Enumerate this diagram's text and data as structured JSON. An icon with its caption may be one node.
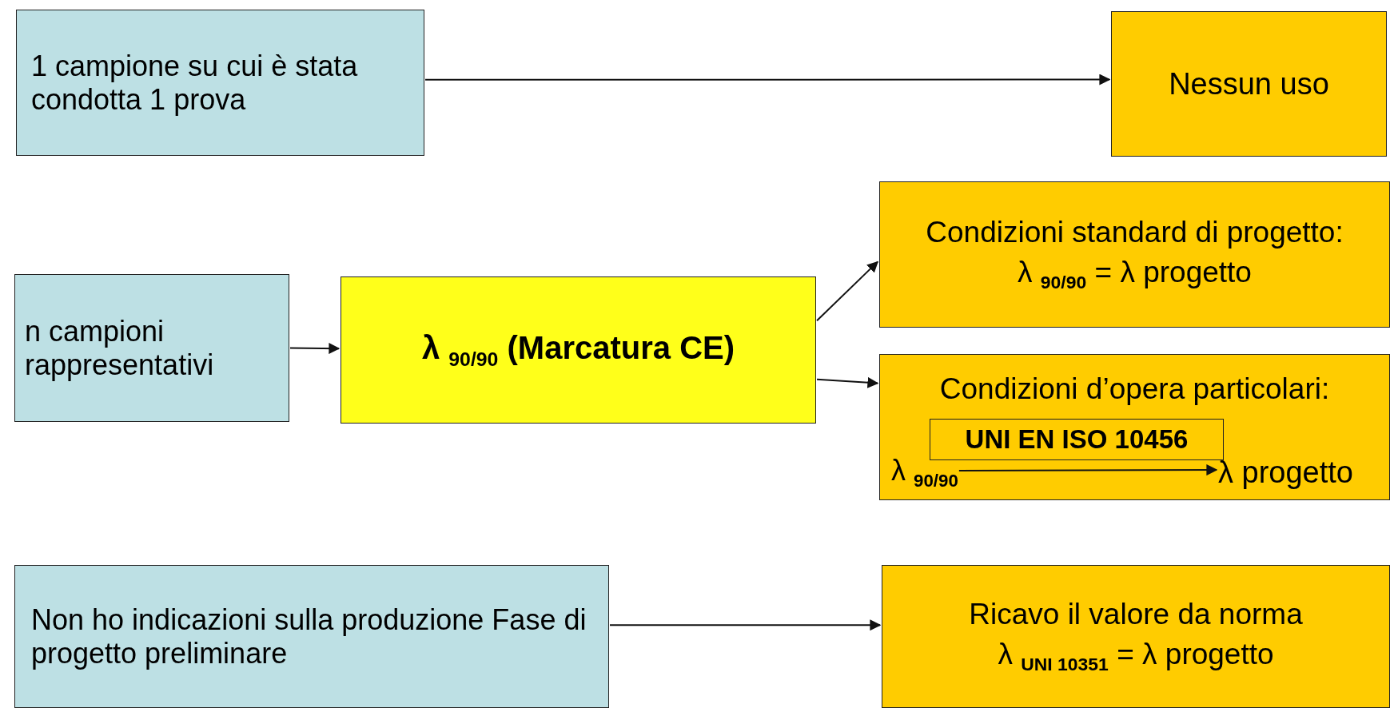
{
  "diagram": {
    "nodes": [
      {
        "text": [
          "1 campione su cui è stata condotta 1 prova"
        ]
      },
      {
        "text": [
          "Nessun uso"
        ]
      },
      {
        "text": [
          "n campioni rappresentativi"
        ]
      },
      {
        "text": [
          "λ $_{90/90}$   (Marcatura CE)"
        ]
      },
      {
        "text": [
          "Condizioni standard di progetto:",
          "λ $_{90/90}$ = λ progetto"
        ]
      },
      {
        "text": [
          "Condizioni d’opera particolari:"
        ]
      },
      {
        "text": [
          "UNI EN ISO 10456"
        ],
        "in": 5
      },
      {
        "text": [
          "λ $_{90/90}$"
        ],
        "in": 5
      },
      {
        "text": [
          "λ progetto"
        ],
        "in": 5
      },
      {
        "text": [
          "Non ho indicazioni sulla produzione Fase di progetto preliminare"
        ]
      },
      {
        "text": [
          "Ricavo il valore da norma",
          "λ $_{UNI 10351}$ = λ progetto"
        ]
      }
    ],
    "edges": [
      {
        "from": 0,
        "to": 1,
        "arrow": "to"
      },
      {
        "from": 2,
        "to": 3,
        "arrow": "to"
      },
      {
        "from": 3,
        "to": 4,
        "arrow": "to"
      },
      {
        "from": 3,
        "to": 5,
        "arrow": "to"
      },
      {
        "from": 7,
        "to": 8,
        "arrow": "to"
      },
      {
        "from": 9,
        "to": 10,
        "arrow": "to"
      }
    ]
  }
}
